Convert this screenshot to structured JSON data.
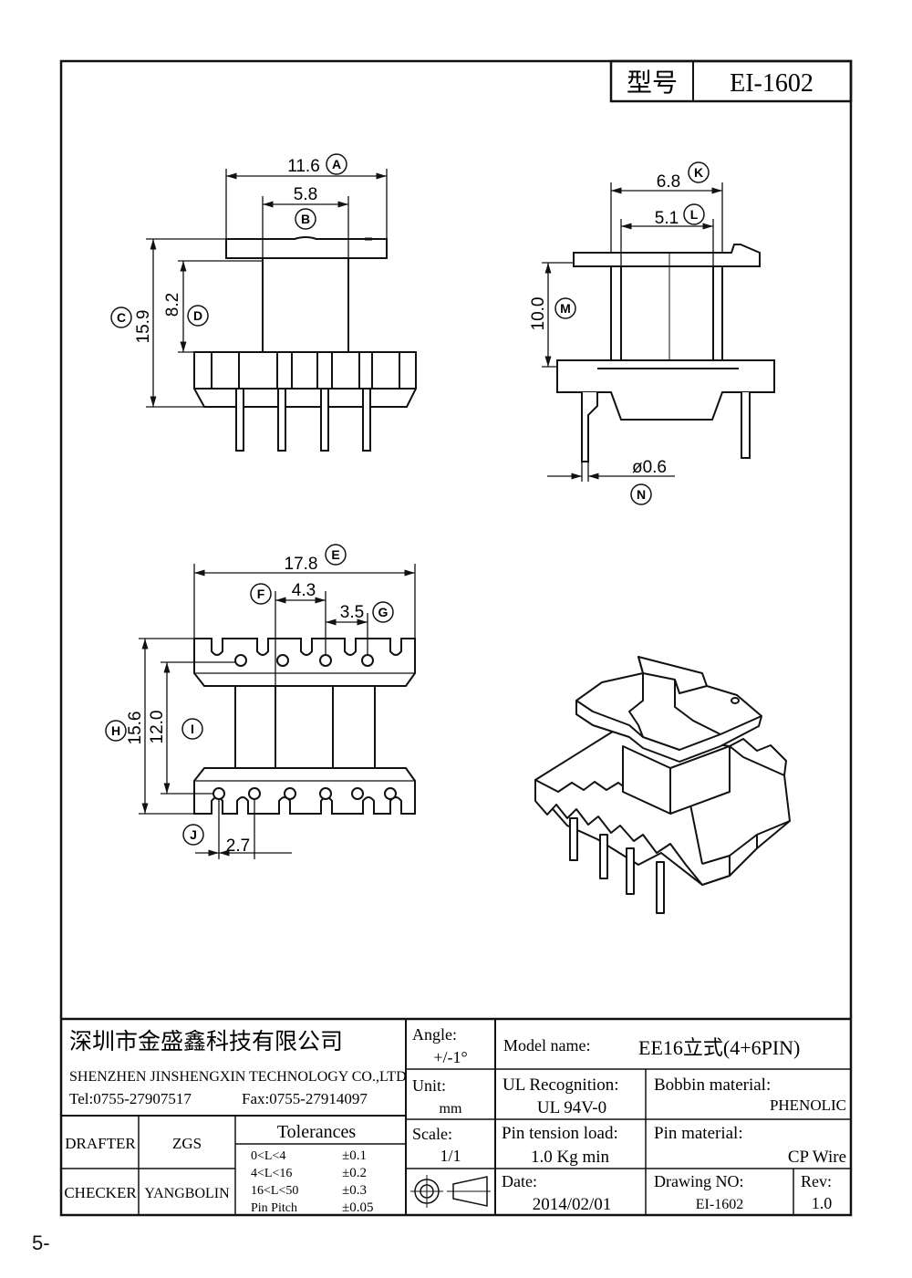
{
  "title_box": {
    "label": "型号",
    "value": "EI-1602"
  },
  "dimensions": {
    "A": {
      "letter": "A",
      "value": "11.6"
    },
    "B": {
      "letter": "B",
      "value": "5.8"
    },
    "C": {
      "letter": "C",
      "value": "15.9"
    },
    "D": {
      "letter": "D",
      "value": "8.2"
    },
    "E": {
      "letter": "E",
      "value": "17.8"
    },
    "F": {
      "letter": "F",
      "value": "4.3"
    },
    "G": {
      "letter": "G",
      "value": "3.5"
    },
    "H": {
      "letter": "H",
      "value": "15.6"
    },
    "I": {
      "letter": "I",
      "value": "12.0"
    },
    "J": {
      "letter": "J",
      "value": "2.7"
    },
    "K": {
      "letter": "K",
      "value": "6.8"
    },
    "L": {
      "letter": "L",
      "value": "5.1"
    },
    "M": {
      "letter": "M",
      "value": "10.0"
    },
    "N": {
      "letter": "N",
      "value": "ø0.6"
    }
  },
  "company": {
    "name_cn": "深圳市金盛鑫科技有限公司",
    "name_en": "SHENZHEN JINSHENGXIN TECHNOLOGY CO.,LTD",
    "tel": "Tel:0755-27907517",
    "fax": "Fax:0755-27914097"
  },
  "angle": {
    "label": "Angle:",
    "value": "+/-1°"
  },
  "unit": {
    "label": "Unit:",
    "value": "mm"
  },
  "scale": {
    "label": "Scale:",
    "value": "1/1"
  },
  "model": {
    "label": "Model name:",
    "value": "EE16立式(4+6PIN)"
  },
  "ul": {
    "label": "UL Recognition:",
    "value": "UL 94V-0"
  },
  "bobbin_material": {
    "label": "Bobbin material:",
    "value": "PHENOLIC"
  },
  "pin_tension": {
    "label": "Pin tension load:",
    "value": "1.0 Kg min"
  },
  "pin_material": {
    "label": "Pin material:",
    "value": "CP Wire"
  },
  "date": {
    "label": "Date:",
    "value": "2014/02/01"
  },
  "drawing_no": {
    "label": "Drawing NO:",
    "value": "EI-1602"
  },
  "rev": {
    "label": "Rev:",
    "value": "1.0"
  },
  "drafter": {
    "label": "DRAFTER",
    "value": "ZGS"
  },
  "checker": {
    "label": "CHECKER",
    "value": "YANGBOLIN"
  },
  "tolerances": {
    "title": "Tolerances",
    "rows": [
      {
        "range": "0<L<4",
        "tol": "±0.1"
      },
      {
        "range": "4<L<16",
        "tol": "±0.2"
      },
      {
        "range": "16<L<50",
        "tol": "±0.3"
      },
      {
        "range": "Pin Pitch",
        "tol": "±0.05"
      }
    ]
  },
  "page_number": "5-"
}
